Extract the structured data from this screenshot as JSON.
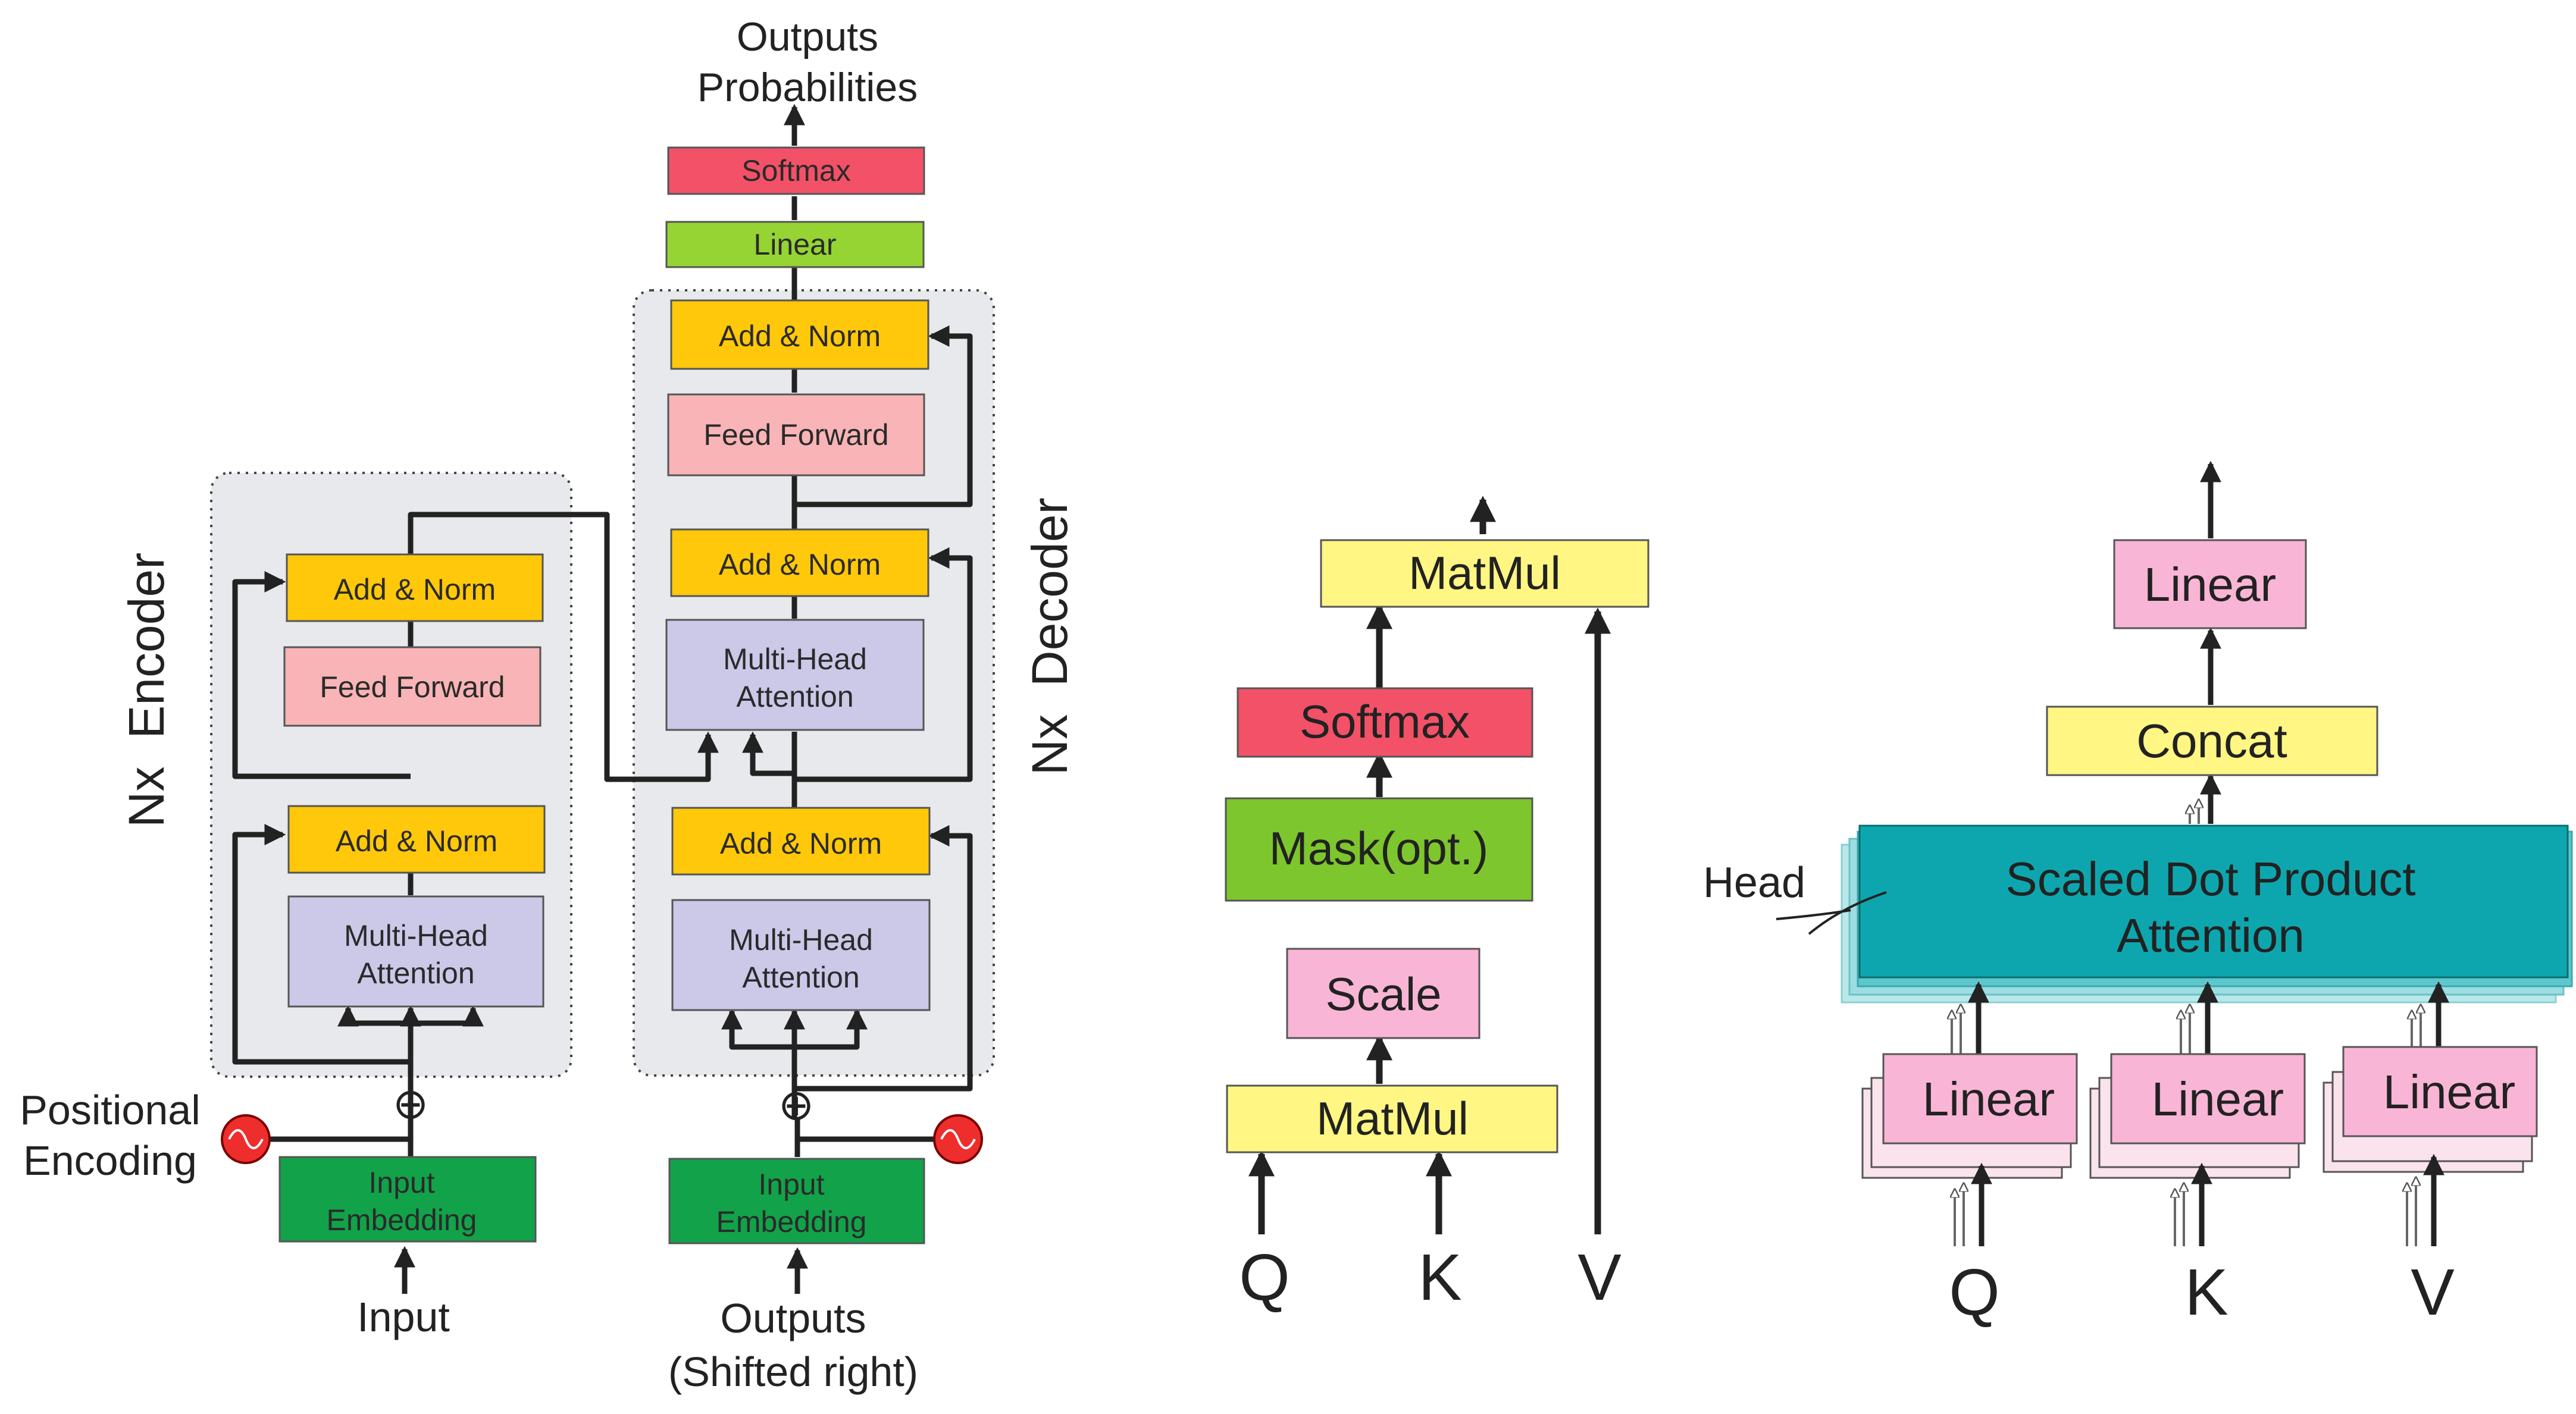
{
  "transformer": {
    "outputs_label_line1": "Outputs",
    "outputs_label_line2": "Probabilities",
    "softmax": "Softmax",
    "linear": "Linear",
    "encoder_label": "Nx  Encoder",
    "decoder_label": "Nx  Decoder",
    "add_norm": "Add & Norm",
    "feed_forward": "Feed Forward",
    "mha_line1": "Multi-Head",
    "mha_line2": "Attention",
    "embedding_line1": "Input",
    "embedding_line2": "Embedding",
    "positional_line1": "Positional",
    "positional_line2": "Encoding",
    "input_label": "Input",
    "outputs_input_line1": "Outputs",
    "outputs_input_line2": "(Shifted right)",
    "plus_symbol": "⊕"
  },
  "scaled_dot": {
    "matmul_top": "MatMul",
    "softmax": "Softmax",
    "mask": "Mask(opt.)",
    "scale": "Scale",
    "matmul_bottom": "MatMul",
    "q": "Q",
    "k": "K",
    "v": "V"
  },
  "multihead": {
    "linear_top": "Linear",
    "concat": "Concat",
    "sdpa_line1": "Scaled Dot Product",
    "sdpa_line2": "Attention",
    "head_label": "Head",
    "linear_q": "Linear",
    "linear_k": "Linear",
    "linear_v": "Linear",
    "q": "Q",
    "k": "K",
    "v": "V"
  },
  "colors": {
    "add_norm": "#FFC80A",
    "feed_forward": "#F8B4B6",
    "mha": "#CBC8E8",
    "embedding": "#12A24A",
    "softmax": "#F25167",
    "linear_green": "#95D433",
    "yellow_box": "#FFF683",
    "mask_green": "#7DC62D",
    "pink_box": "#F9B5D5",
    "teal": "#0EA6AE",
    "panel_bg": "#E7E9EC",
    "pe_red": "#EE2D2D"
  }
}
